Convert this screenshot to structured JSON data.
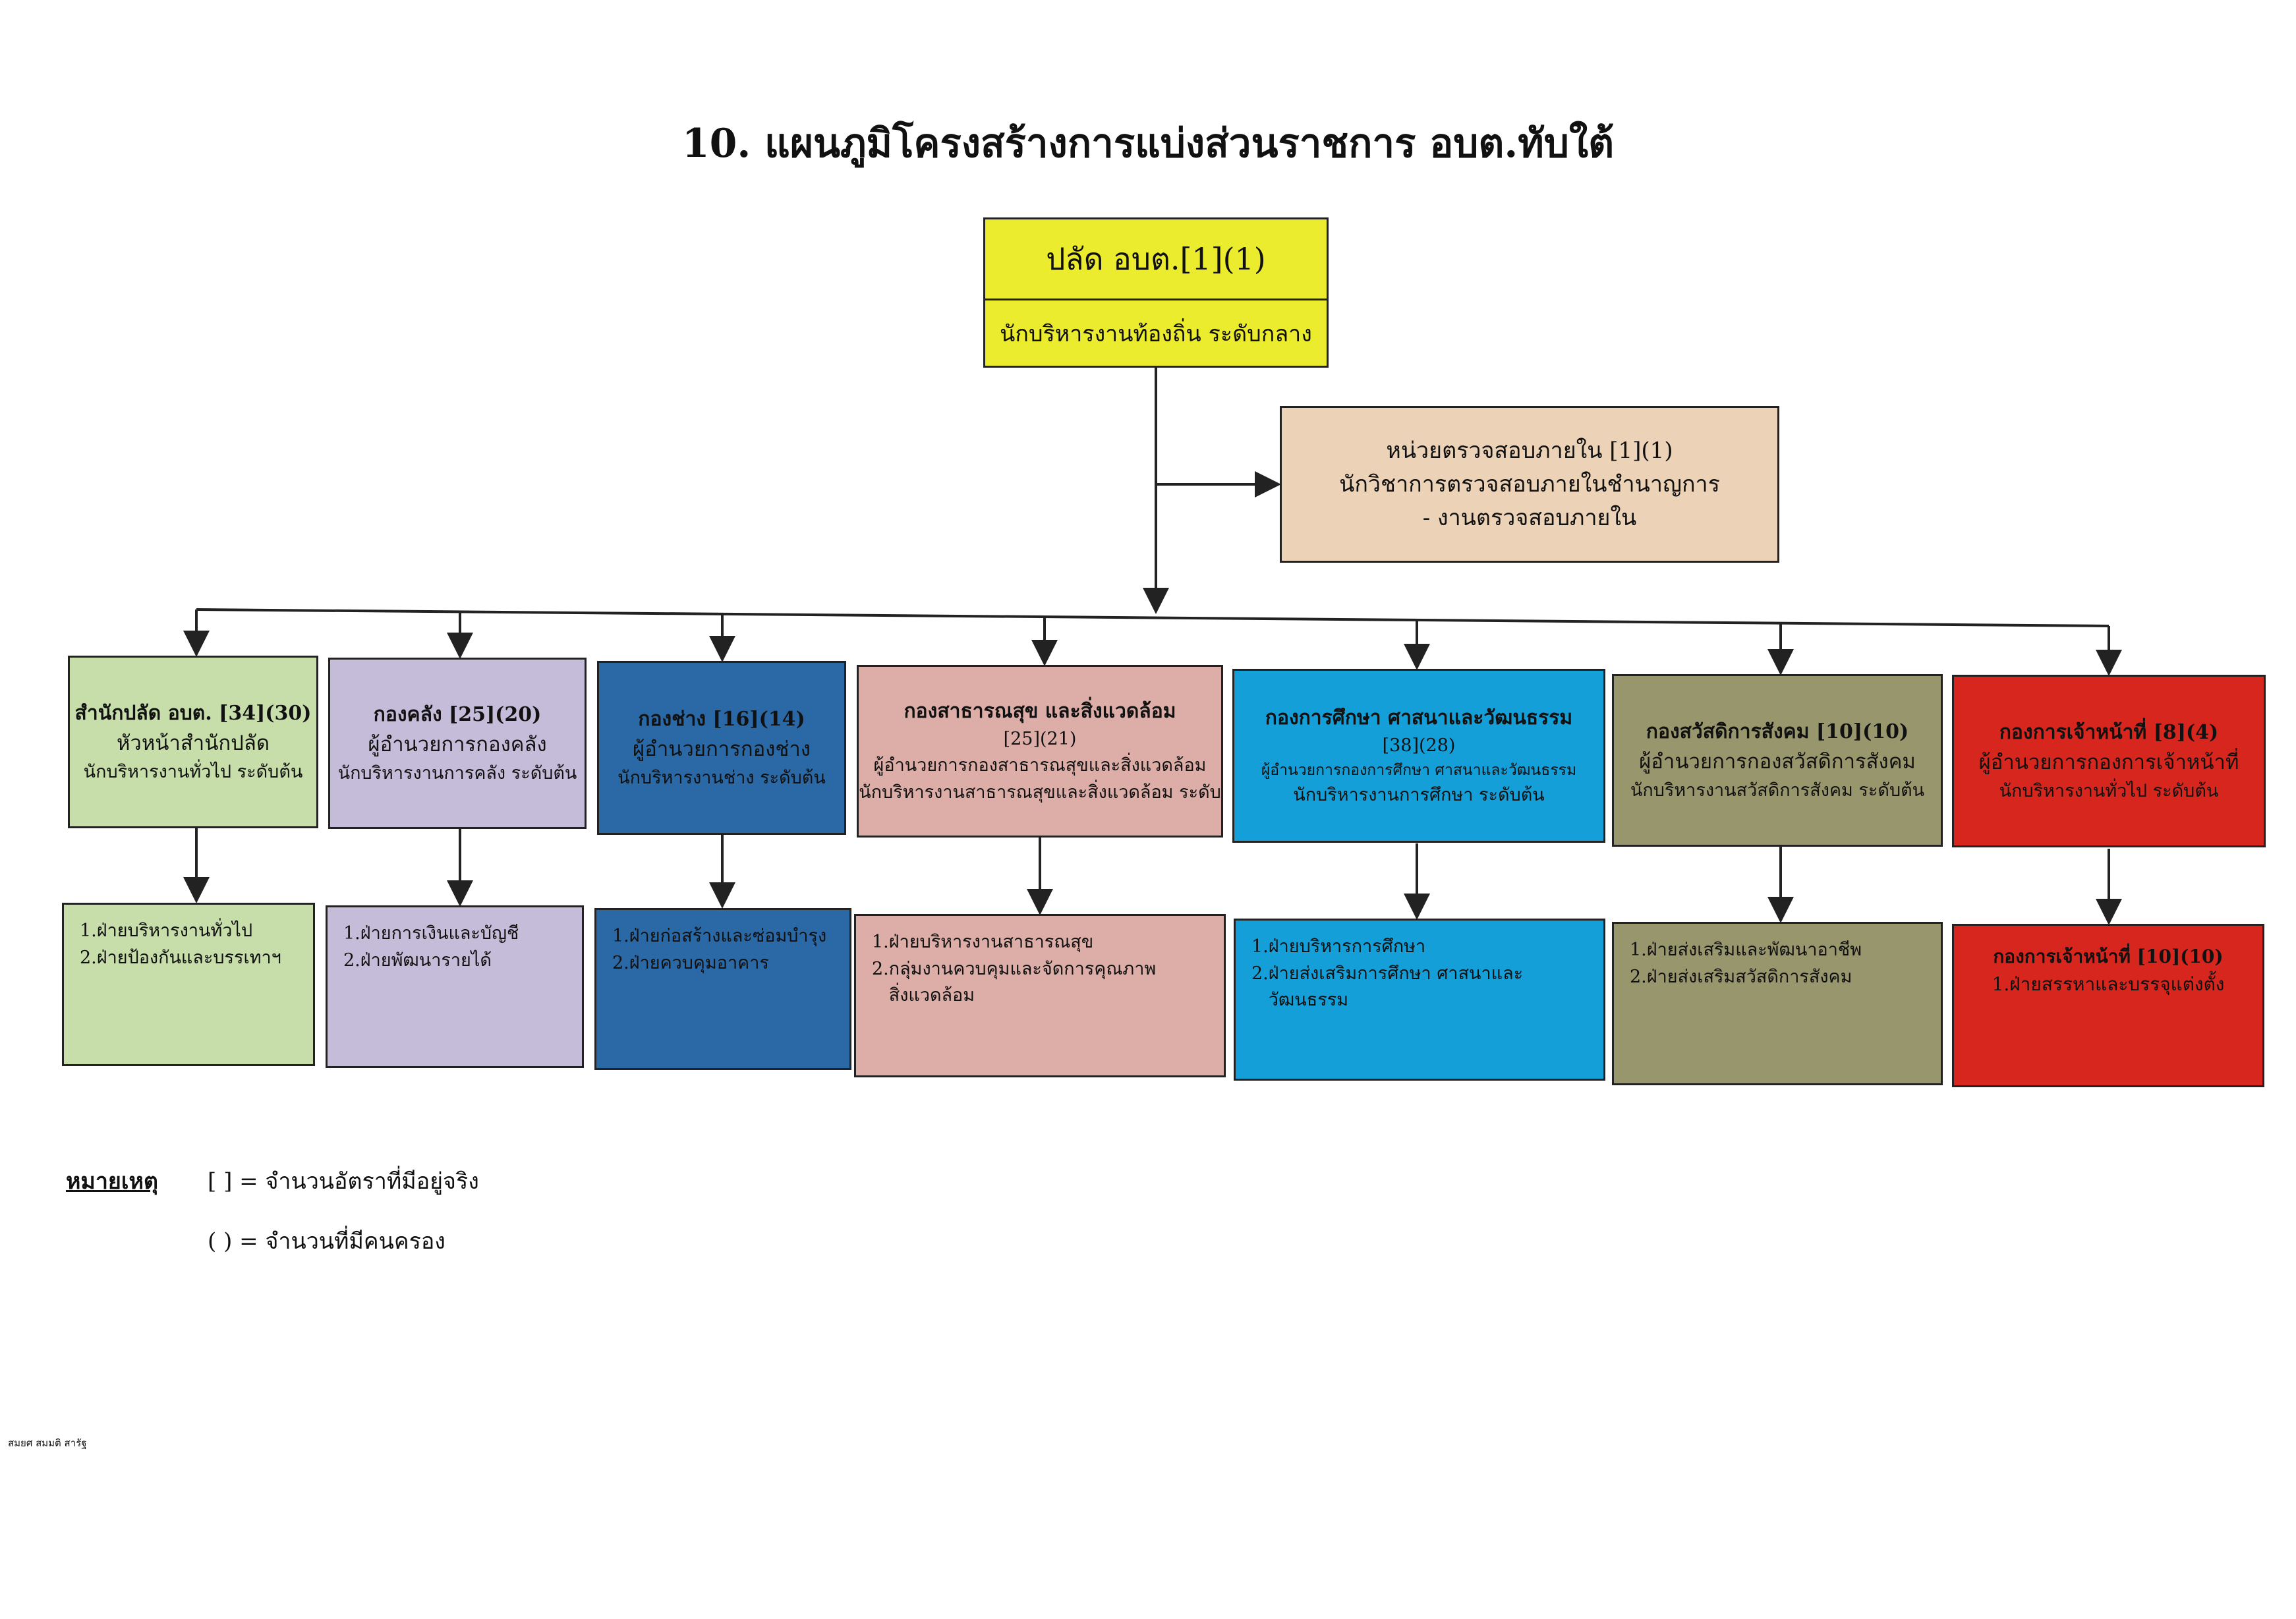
{
  "title": "10. แผนภูมิโครงสร้างการแบ่งส่วนราชการ อบต.ทับใต้",
  "root": {
    "head": "ปลัด  อบต.[1](1)",
    "position": "นักบริหารงานท้องถิ่น ระดับกลาง"
  },
  "audit": {
    "lines": [
      "หน่วยตรวจสอบภายใน [1](1)",
      "นักวิชาการตรวจสอบภายในชำนาญการ",
      "- งานตรวจสอบภายใน"
    ]
  },
  "departments": [
    {
      "color": "#c7deab",
      "lines": [
        "สำนักปลัด อบต. [34](30)",
        "หัวหน้าสำนักปลัด",
        "นักบริหารงานทั่วไป ระดับต้น"
      ],
      "sub": [
        "1.ฝ่ายบริหารงานทั่วไป",
        "2.ฝ่ายป้องกันและบรรเทาฯ"
      ]
    },
    {
      "color": "#c5bcd9",
      "lines": [
        "กองคลัง [25](20)",
        "ผู้อำนวยการกองคลัง",
        "นักบริหารงานการคลัง ระดับต้น"
      ],
      "sub": [
        "1.ฝ่ายการเงินและบัญชี",
        "2.ฝ่ายพัฒนารายได้"
      ]
    },
    {
      "color": "#2a68a6",
      "lines": [
        "กองช่าง [16](14)",
        "ผู้อำนวยการกองช่าง",
        "นักบริหารงานช่าง ระดับต้น"
      ],
      "sub": [
        "1.ฝ่ายก่อสร้างและซ่อมบำรุง",
        "2.ฝ่ายควบคุมอาคาร"
      ]
    },
    {
      "color": "#ddaea8",
      "lines": [
        "กองสาธารณสุข และสิ่งแวดล้อม",
        "[25](21)",
        "ผู้อำนวยการกองสาธารณสุขและสิ่งแวดล้อม",
        "นักบริหารงานสาธารณสุขและสิ่งแวดล้อม ระดับ"
      ],
      "sub": [
        "1.ฝ่ายบริหารงานสาธารณสุข",
        "2.กลุ่มงานควบคุมและจัดการคุณภาพ",
        "   สิ่งแวดล้อม"
      ]
    },
    {
      "color": "#159fd9",
      "lines": [
        "กองการศึกษา ศาสนาและวัฒนธรรม",
        "[38](28)",
        "ผู้อำนวยการกองการศึกษา ศาสนาและวัฒนธรรม",
        "นักบริหารงานการศึกษา ระดับต้น"
      ],
      "sub": [
        "1.ฝ่ายบริหารการศึกษา",
        "2.ฝ่ายส่งเสริมการศึกษา ศาสนาและ",
        "   วัฒนธรรม"
      ]
    },
    {
      "color": "#98966d",
      "lines": [
        "กองสวัสดิการสังคม [10](10)",
        "ผู้อำนวยการกองสวัสดิการสังคม",
        "นักบริหารงานสวัสดิการสังคม ระดับต้น"
      ],
      "sub": [
        "1.ฝ่ายส่งเสริมและพัฒนาอาชีพ",
        "2.ฝ่ายส่งเสริมสวัสดิการสังคม"
      ]
    },
    {
      "color": "#d7261d",
      "lines": [
        "กองการเจ้าหน้าที่ [8](4)",
        "ผู้อำนวยการกองการเจ้าหน้าที่",
        "นักบริหารงานทั่วไป ระดับต้น"
      ],
      "sub": [
        "กองการเจ้าหน้าที่ [10](10)",
        "1.ฝ่ายสรรหาและบรรจุแต่งตั้ง"
      ]
    }
  ],
  "legend": {
    "label": "หมายเหตุ",
    "items": [
      "[  ]  =  จำนวนอัตราที่มีอยู่จริง",
      "(  )  =  จำนวนที่มีคนครอง"
    ]
  },
  "signature": "สมยศ สมมติ สารัฐ"
}
